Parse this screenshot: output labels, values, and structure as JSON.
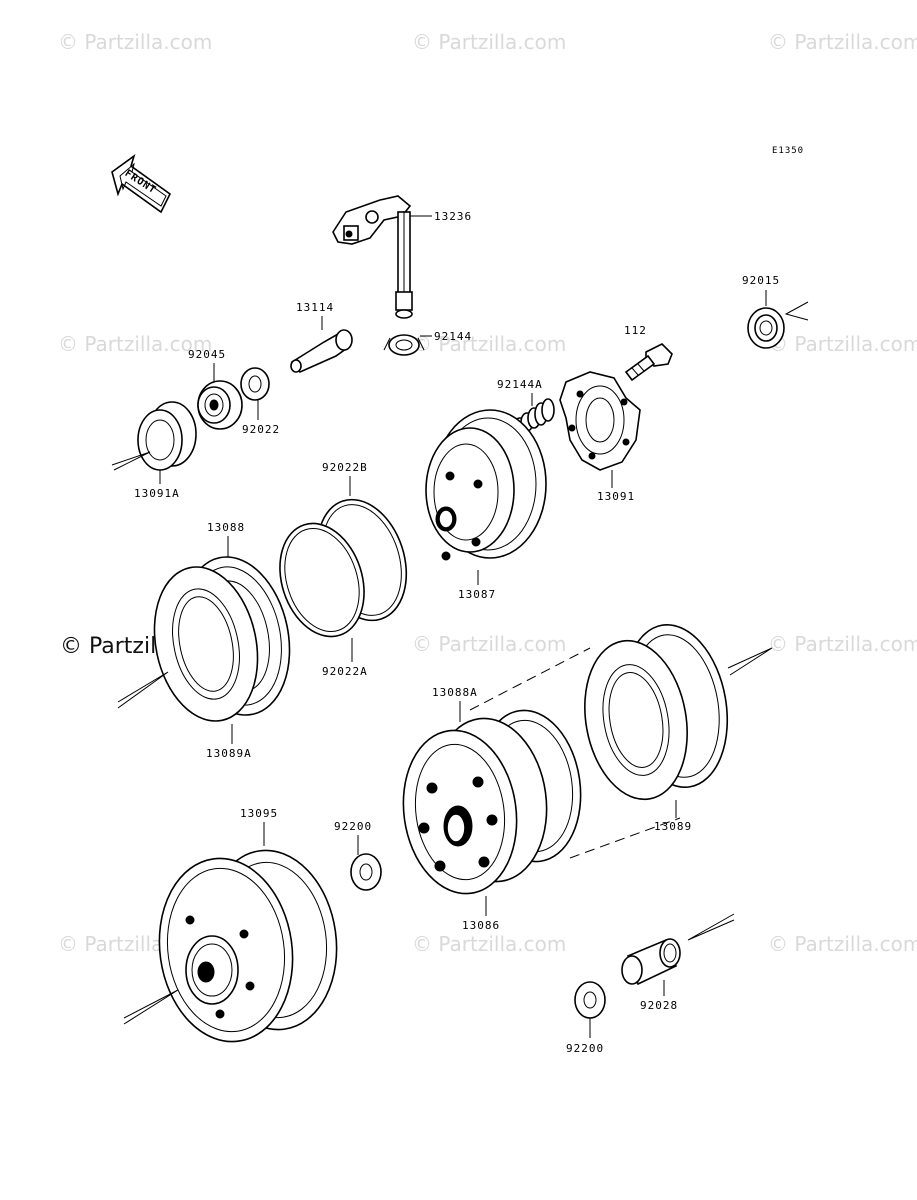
{
  "watermark": "© Partzilla.com",
  "reference_code": "E1350",
  "front_marker": "FRONT",
  "parts": {
    "p13236": "13236",
    "p92015": "92015",
    "p13114": "13114",
    "p92144": "92144",
    "p112": "112",
    "p92045": "92045",
    "p92144A": "92144A",
    "p92022": "92022",
    "p13091A": "13091A",
    "p13091": "13091",
    "p92022B": "92022B",
    "p13088": "13088",
    "p13087": "13087",
    "p92022A": "92022A",
    "p13089A": "13089A",
    "p13088A": "13088A",
    "p13095": "13095",
    "p92200a": "92200",
    "p13089": "13089",
    "p13086": "13086",
    "p92028": "92028",
    "p92200b": "92200"
  }
}
